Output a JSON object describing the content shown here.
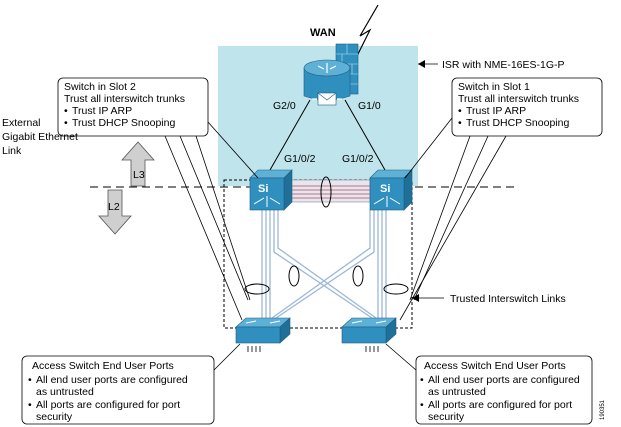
{
  "wan_label": "WAN",
  "isr_label": "ISR with NME-16ES-1G-P",
  "router_ports": {
    "left": "G2/0",
    "right": "G1/0"
  },
  "switch_ports": {
    "left": "G1/0/2",
    "right": "G1/0/2"
  },
  "switch_icon_text": "Si",
  "external_link": {
    "line1": "External",
    "line2": "Gigabit Ethernet",
    "line3": "Link"
  },
  "layers": {
    "upper": "L3",
    "lower": "L2"
  },
  "slot2_box": {
    "title": "Switch in Slot 2",
    "line2": "Trust all interswitch trunks",
    "bullet1": "Trust IP ARP",
    "bullet2": "Trust DHCP Snooping"
  },
  "slot1_box": {
    "title": "Switch in Slot 1",
    "line2": "Trust all interswitch trunks",
    "bullet1": "Trust IP ARP",
    "bullet2": "Trust DHCP Snooping"
  },
  "trusted_links_label": "Trusted Interswitch Links",
  "access_left": {
    "title": "Access Switch End User Ports",
    "b1a": "All end user ports are configured",
    "b1b": "as untrusted",
    "b2a": "All ports are configured for port",
    "b2b": "security"
  },
  "access_right": {
    "title": "Access Switch End User Ports",
    "b1a": "All end user ports are configured",
    "b1b": "as untrusted",
    "b2a": "All ports are configured for port",
    "b2b": "security"
  },
  "figure_id": "190351",
  "colors": {
    "isr_bg": "#bfe4ec",
    "device_blue": "#2f8fbf",
    "link_blue": "#9ab8d8",
    "link_red": "#c88a9a"
  }
}
